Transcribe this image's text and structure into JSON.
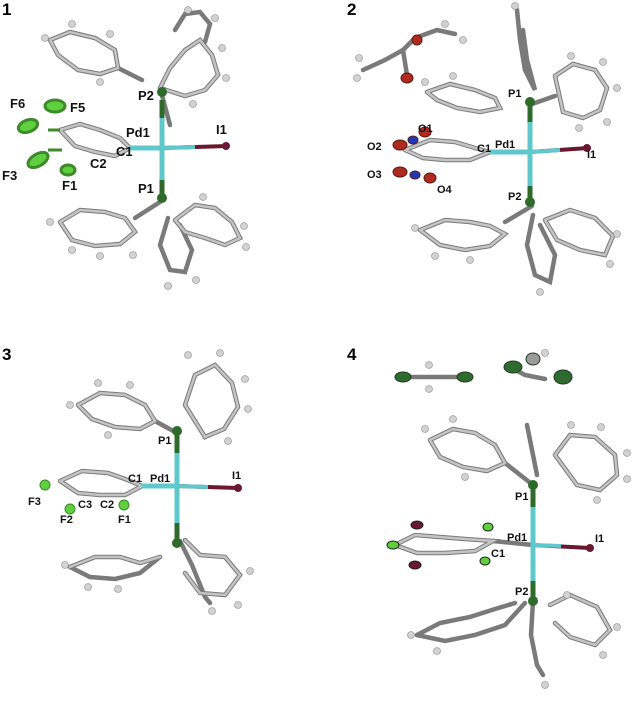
{
  "colors": {
    "bond": "#b8b8b8",
    "bond_dark": "#6f6f6f",
    "hydrogen": "#d2d2d2",
    "palladium": "#5fc8cc",
    "phosphorus": "#2e6b2a",
    "iodine": "#6a1730",
    "fluorine": "#5fcf3e",
    "oxygen": "#b02a20",
    "nitrogen": "#2238b8",
    "chlorine": "#2f6a30"
  },
  "panels": [
    {
      "number": "1",
      "labels": {
        "pd": "Pd1",
        "i": "I1",
        "p_top": "P2",
        "p_bottom": "P1",
        "c1": "C1",
        "c2": "C2",
        "f1": "F1",
        "f3": "F3",
        "f5": "F5",
        "f6": "F6"
      }
    },
    {
      "number": "2",
      "labels": {
        "pd": "Pd1",
        "i": "I1",
        "p_top": "P1",
        "p_bottom": "P2",
        "c1": "C1",
        "o1": "O1",
        "o2": "O2",
        "o3": "O3",
        "o4": "O4"
      }
    },
    {
      "number": "3",
      "labels": {
        "pd": "Pd1",
        "i": "I1",
        "p_top": "P1",
        "c1": "C1",
        "c2": "C2",
        "c3": "C3",
        "f1": "F1",
        "f2": "F2",
        "f3": "F3"
      }
    },
    {
      "number": "4",
      "labels": {
        "pd": "Pd1",
        "i": "I1",
        "p_top": "P1",
        "p_bottom": "P2",
        "c1": "C1"
      }
    }
  ]
}
